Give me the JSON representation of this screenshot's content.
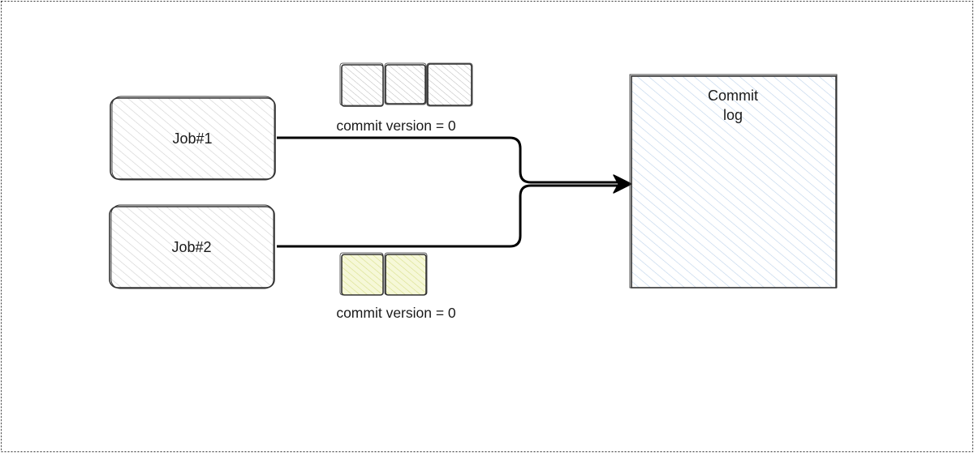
{
  "diagram": {
    "jobs": [
      {
        "label": "Job#1"
      },
      {
        "label": "Job#2"
      }
    ],
    "commit_log": {
      "label_line1": "Commit",
      "label_line2": "log"
    },
    "annotations": {
      "job1_commit": "commit version = 0",
      "job2_commit": "commit version = 0"
    },
    "colors": {
      "stroke": "#333333",
      "job_hatch": "#cfcfcf",
      "job1_chunk_hatch": "#b8b8b8",
      "job2_chunk_fill": "#f6f8d8",
      "job2_chunk_hatch": "#d8df8a",
      "commit_log_hatch": "#bcd2ea",
      "arrow": "#000000"
    }
  }
}
